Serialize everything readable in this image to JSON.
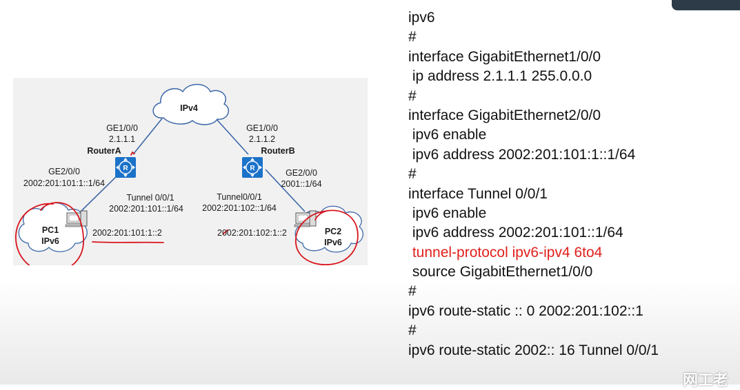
{
  "diagram": {
    "cloud_ipv4": "IPv4",
    "routerA": {
      "name": "RouterA",
      "ge1_if": "GE1/0/0",
      "ge1_ip": "2.1.1.1",
      "ge2_if": "GE2/0/0",
      "ge2_ip": "2002:201:101:1::1/64",
      "tunnel_if": "Tunnel 0/0/1",
      "tunnel_ip": "2002:201:101::1/64"
    },
    "routerB": {
      "name": "RouterB",
      "ge1_if": "GE1/0/0",
      "ge1_ip": "2.1.1.2",
      "ge2_if": "GE2/0/0",
      "ge2_ip": "2001::1/64",
      "tunnel_if": "Tunnel0/0/1",
      "tunnel_ip": "2002:201:102::1/64"
    },
    "pc1": {
      "name": "PC1",
      "proto": "IPv6",
      "ip": "2002:201:101:1::2"
    },
    "pc2": {
      "name": "PC2",
      "proto": "IPv6",
      "ip": "2002:201:102:1::2"
    },
    "colors": {
      "router": "#1b72c9",
      "annotation": "#d8141c",
      "cloud_stroke": "#3b66a8"
    }
  },
  "config": {
    "lines": [
      "ipv6",
      "#",
      "interface GigabitEthernet1/0/0",
      " ip address 2.1.1.1 255.0.0.0",
      "#",
      "interface GigabitEthernet2/0/0",
      " ipv6 enable",
      " ipv6 address 2002:201:101:1::1/64",
      "#",
      "interface Tunnel 0/0/1",
      " ipv6 enable",
      " ipv6 address 2002:201:101::1/64",
      " tunnel-protocol ipv6-ipv4 6to4",
      " source GigabitEthernet1/0/0",
      "#",
      "ipv6 route-static :: 0 2002:201:102::1",
      "#",
      "ipv6 route-static 2002:: 16 Tunnel 0/0/1"
    ],
    "highlight_color": "#e0201b"
  },
  "watermark": "网工老"
}
